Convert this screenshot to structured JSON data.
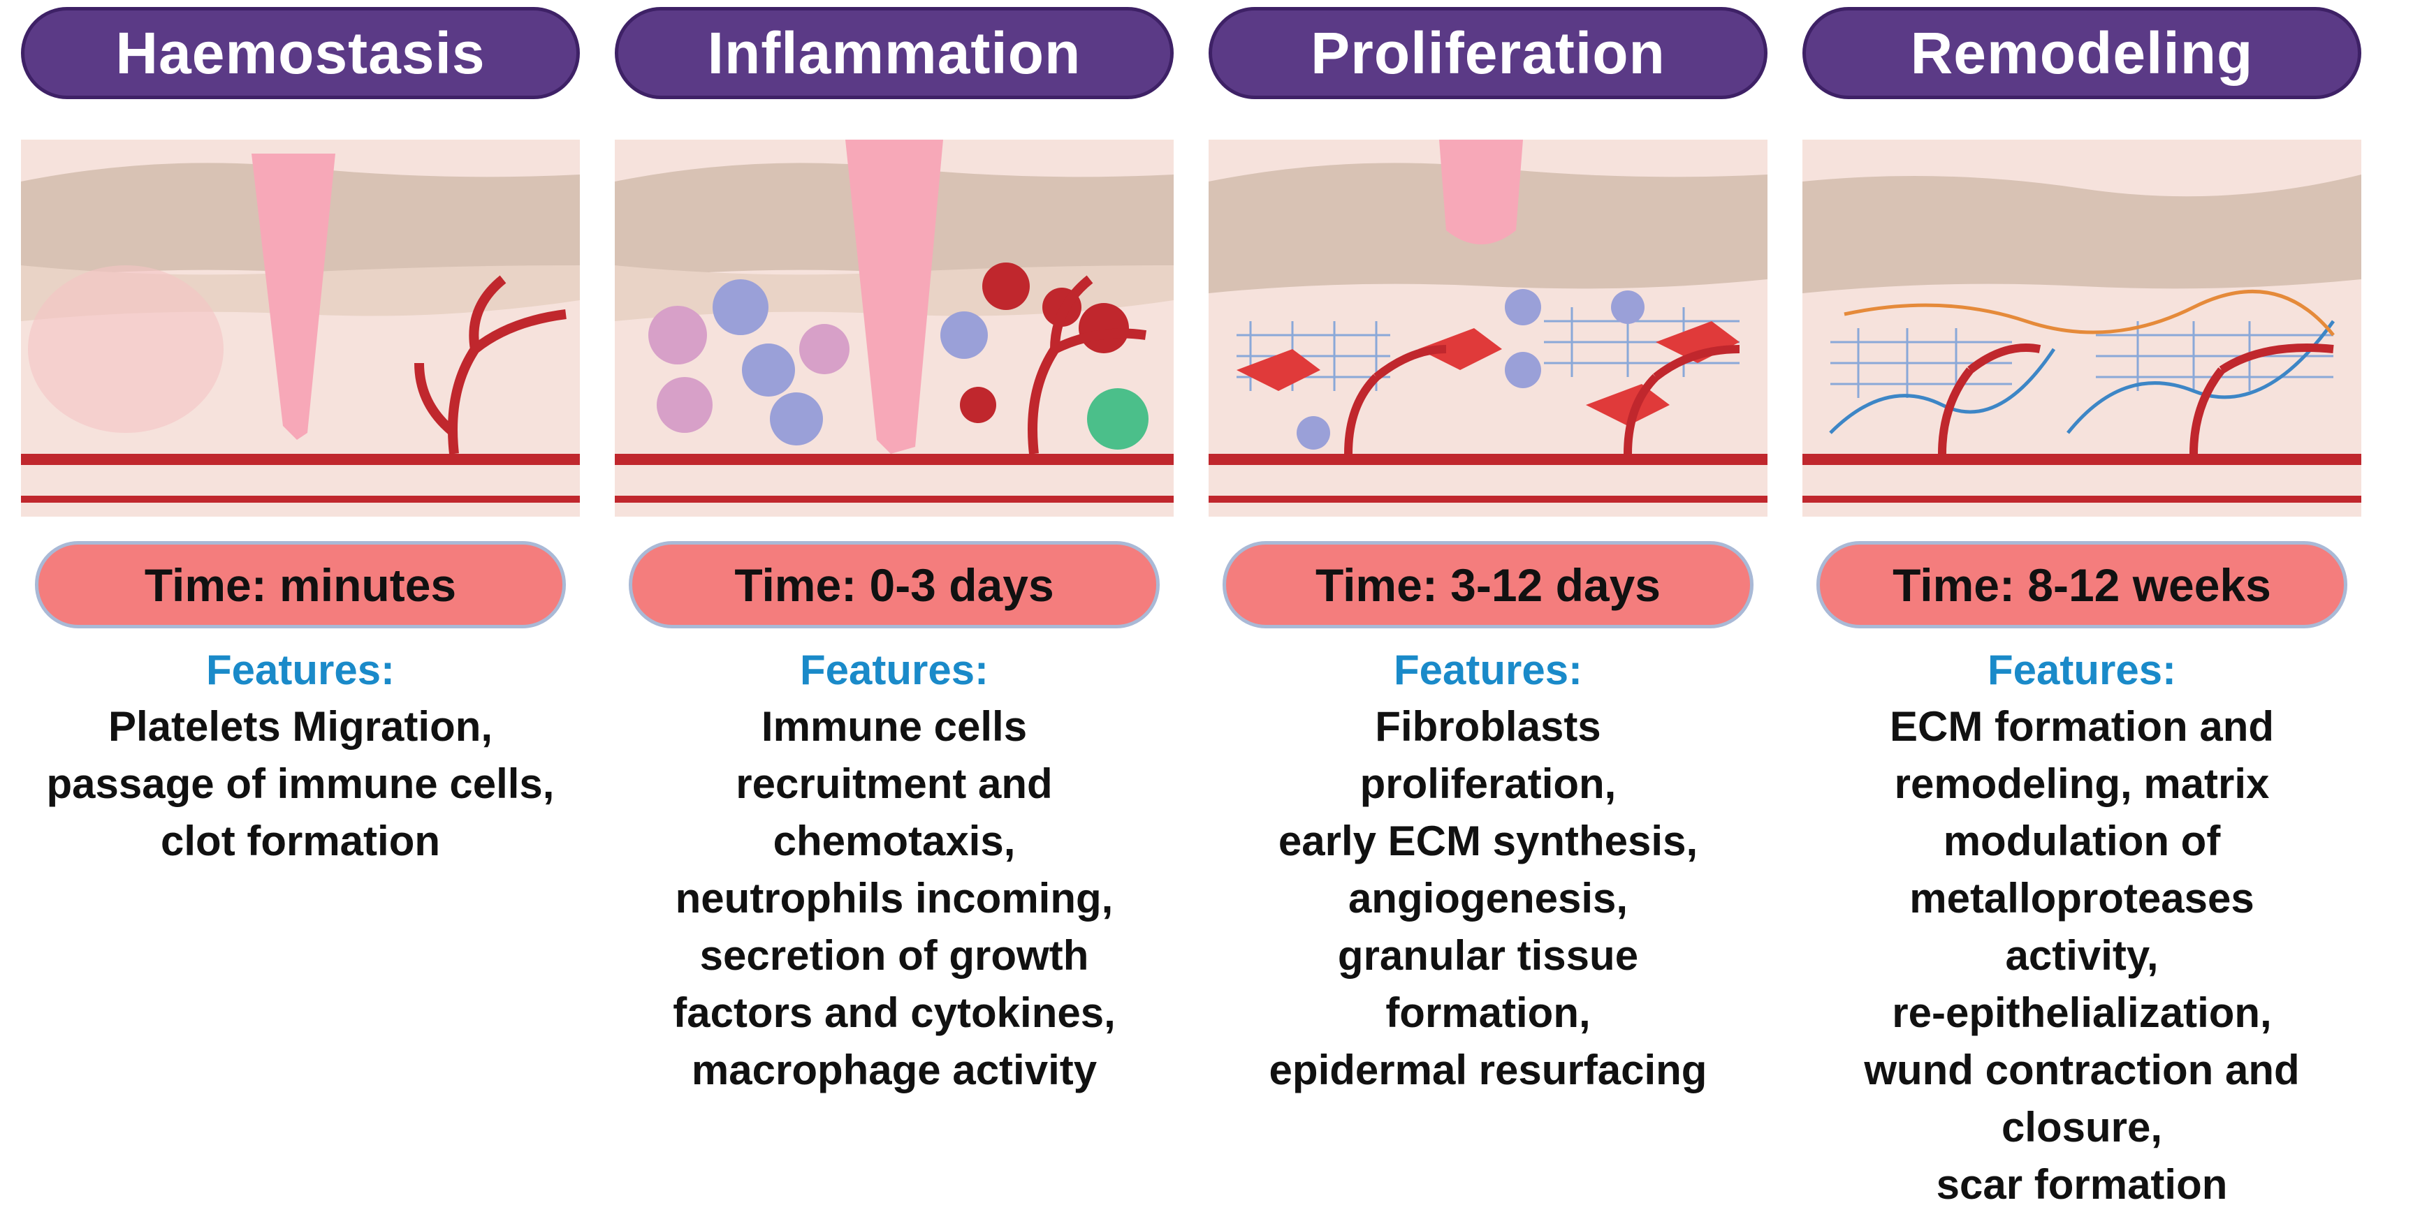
{
  "stages": [
    {
      "title": "Haemostasis",
      "time": "Time: minutes",
      "features_label": "Features:",
      "features": "Platelets Migration,\npassage of immune cells,\nclot formation"
    },
    {
      "title": "Inflammation",
      "time": "Time: 0-3 days",
      "features_label": "Features:",
      "features": "Immune cells\nrecruitment and\nchemotaxis,\nneutrophils incoming,\nsecretion of growth\nfactors and cytokines,\nmacrophage activity"
    },
    {
      "title": "Proliferation",
      "time": "Time: 3-12 days",
      "features_label": "Features:",
      "features": "Fibroblasts\nproliferation,\nearly ECM synthesis,\nangiogenesis,\ngranular tissue\nformation,\nepidermal resurfacing"
    },
    {
      "title": "Remodeling",
      "time": "Time: 8-12 weeks",
      "features_label": "Features:",
      "features": "ECM formation and\nremodeling, matrix\nmodulation of\nmetalloproteases\nactivity,\nre-epithelialization,\nwund contraction and\nclosure,\nscar formation"
    }
  ],
  "colors": {
    "title_bg": "#5b3a86",
    "time_bg": "#f47d7d",
    "features_label": "#1a8ac9",
    "skin_top": "#d8c2b4",
    "dermis": "#f6e2dc",
    "wound": "#f7a8b8",
    "vessel": "#c0272d"
  },
  "icons": {
    "stage_1": "skin-wound-open-illustration",
    "stage_2": "skin-wound-immune-cells-illustration",
    "stage_3": "skin-wound-fibroblasts-illustration",
    "stage_4": "skin-wound-remodeling-illustration"
  }
}
